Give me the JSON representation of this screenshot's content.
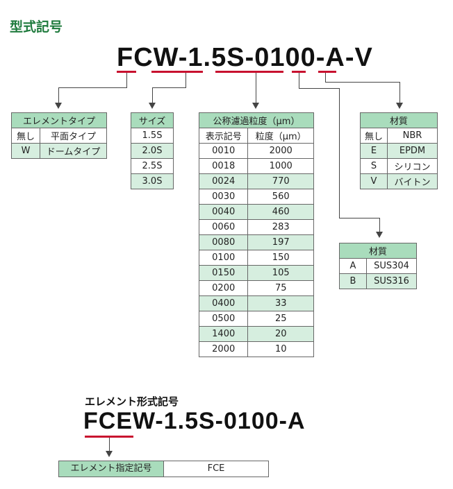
{
  "heading": "型式記号",
  "model_code": "FCW-1.5S-0100-A-V",
  "element_type": {
    "header": "エレメントタイプ",
    "rows": [
      [
        "無し",
        "平面タイプ"
      ],
      [
        "W",
        "ドームタイプ"
      ]
    ]
  },
  "size": {
    "header": "サイズ",
    "rows": [
      "1.5S",
      "2.0S",
      "2.5S",
      "3.0S"
    ]
  },
  "filtration": {
    "header": "公称濾過粒度（μm）",
    "col1": "表示記号",
    "col2": "粒度（μm）",
    "rows": [
      [
        "0010",
        "2000"
      ],
      [
        "0018",
        "1000"
      ],
      [
        "0024",
        "770"
      ],
      [
        "0030",
        "560"
      ],
      [
        "0040",
        "460"
      ],
      [
        "0060",
        "283"
      ],
      [
        "0080",
        "197"
      ],
      [
        "0100",
        "150"
      ],
      [
        "0150",
        "105"
      ],
      [
        "0200",
        "75"
      ],
      [
        "0400",
        "33"
      ],
      [
        "0500",
        "25"
      ],
      [
        "1400",
        "20"
      ],
      [
        "2000",
        "10"
      ]
    ]
  },
  "material_seal": {
    "header": "材質",
    "rows": [
      [
        "無し",
        "NBR"
      ],
      [
        "E",
        "EPDM"
      ],
      [
        "S",
        "シリコン"
      ],
      [
        "V",
        "バイトン"
      ]
    ]
  },
  "material_body": {
    "header": "材質",
    "rows": [
      [
        "A",
        "SUS304"
      ],
      [
        "B",
        "SUS316"
      ]
    ]
  },
  "element_heading": "エレメント形式記号",
  "element_code": "FCEW-1.5S-0100-A",
  "element_designation": {
    "label": "エレメント指定記号",
    "value": "FCE"
  },
  "colors": {
    "accent_green": "#1e7a3c",
    "header_fill": "#a9dcbc",
    "alt_fill": "#d6eedf",
    "underline_red": "#c8102e"
  }
}
